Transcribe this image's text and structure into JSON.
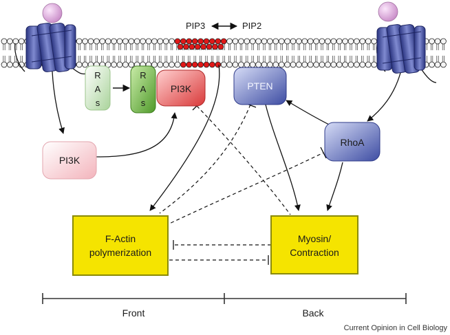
{
  "membrane": {
    "lipid_left_label": "PIP3",
    "lipid_right_label": "PIP2",
    "exchange_symbol": "←→",
    "pip3_color": "#e01818",
    "lipid_color": "#f4f4f4"
  },
  "nodes": {
    "ras_1": {
      "letters": [
        "R",
        "A",
        "s"
      ]
    },
    "ras_2": {
      "letters": [
        "R",
        "A",
        "s"
      ]
    },
    "pi3k_membrane": {
      "label": "PI3K"
    },
    "pi3k_cytosol": {
      "label": "PI3K"
    },
    "pten": {
      "label": "PTEN"
    },
    "rhoa": {
      "label": "RhoA"
    },
    "factin": {
      "label_line1": "F-Actin",
      "label_line2": "polymerization"
    },
    "myosin": {
      "label_line1": "Myosin/",
      "label_line2": "Contraction"
    }
  },
  "axis": {
    "front_label": "Front",
    "back_label": "Back"
  },
  "credit": "Current Opinion in Cell Biology",
  "colors": {
    "receptor": "#3c4aa0",
    "ligand": "#d9a9d8",
    "ras_light": "#d8ecd0",
    "ras_dark": "#7fc24f",
    "pi3k_active": "#e85454",
    "pi3k_inactive": "#f6c4c8",
    "pten": "#5a69b8",
    "rhoa": "#6f80c4",
    "box_fill": "#f5e400",
    "box_stroke": "#8a8a00"
  }
}
